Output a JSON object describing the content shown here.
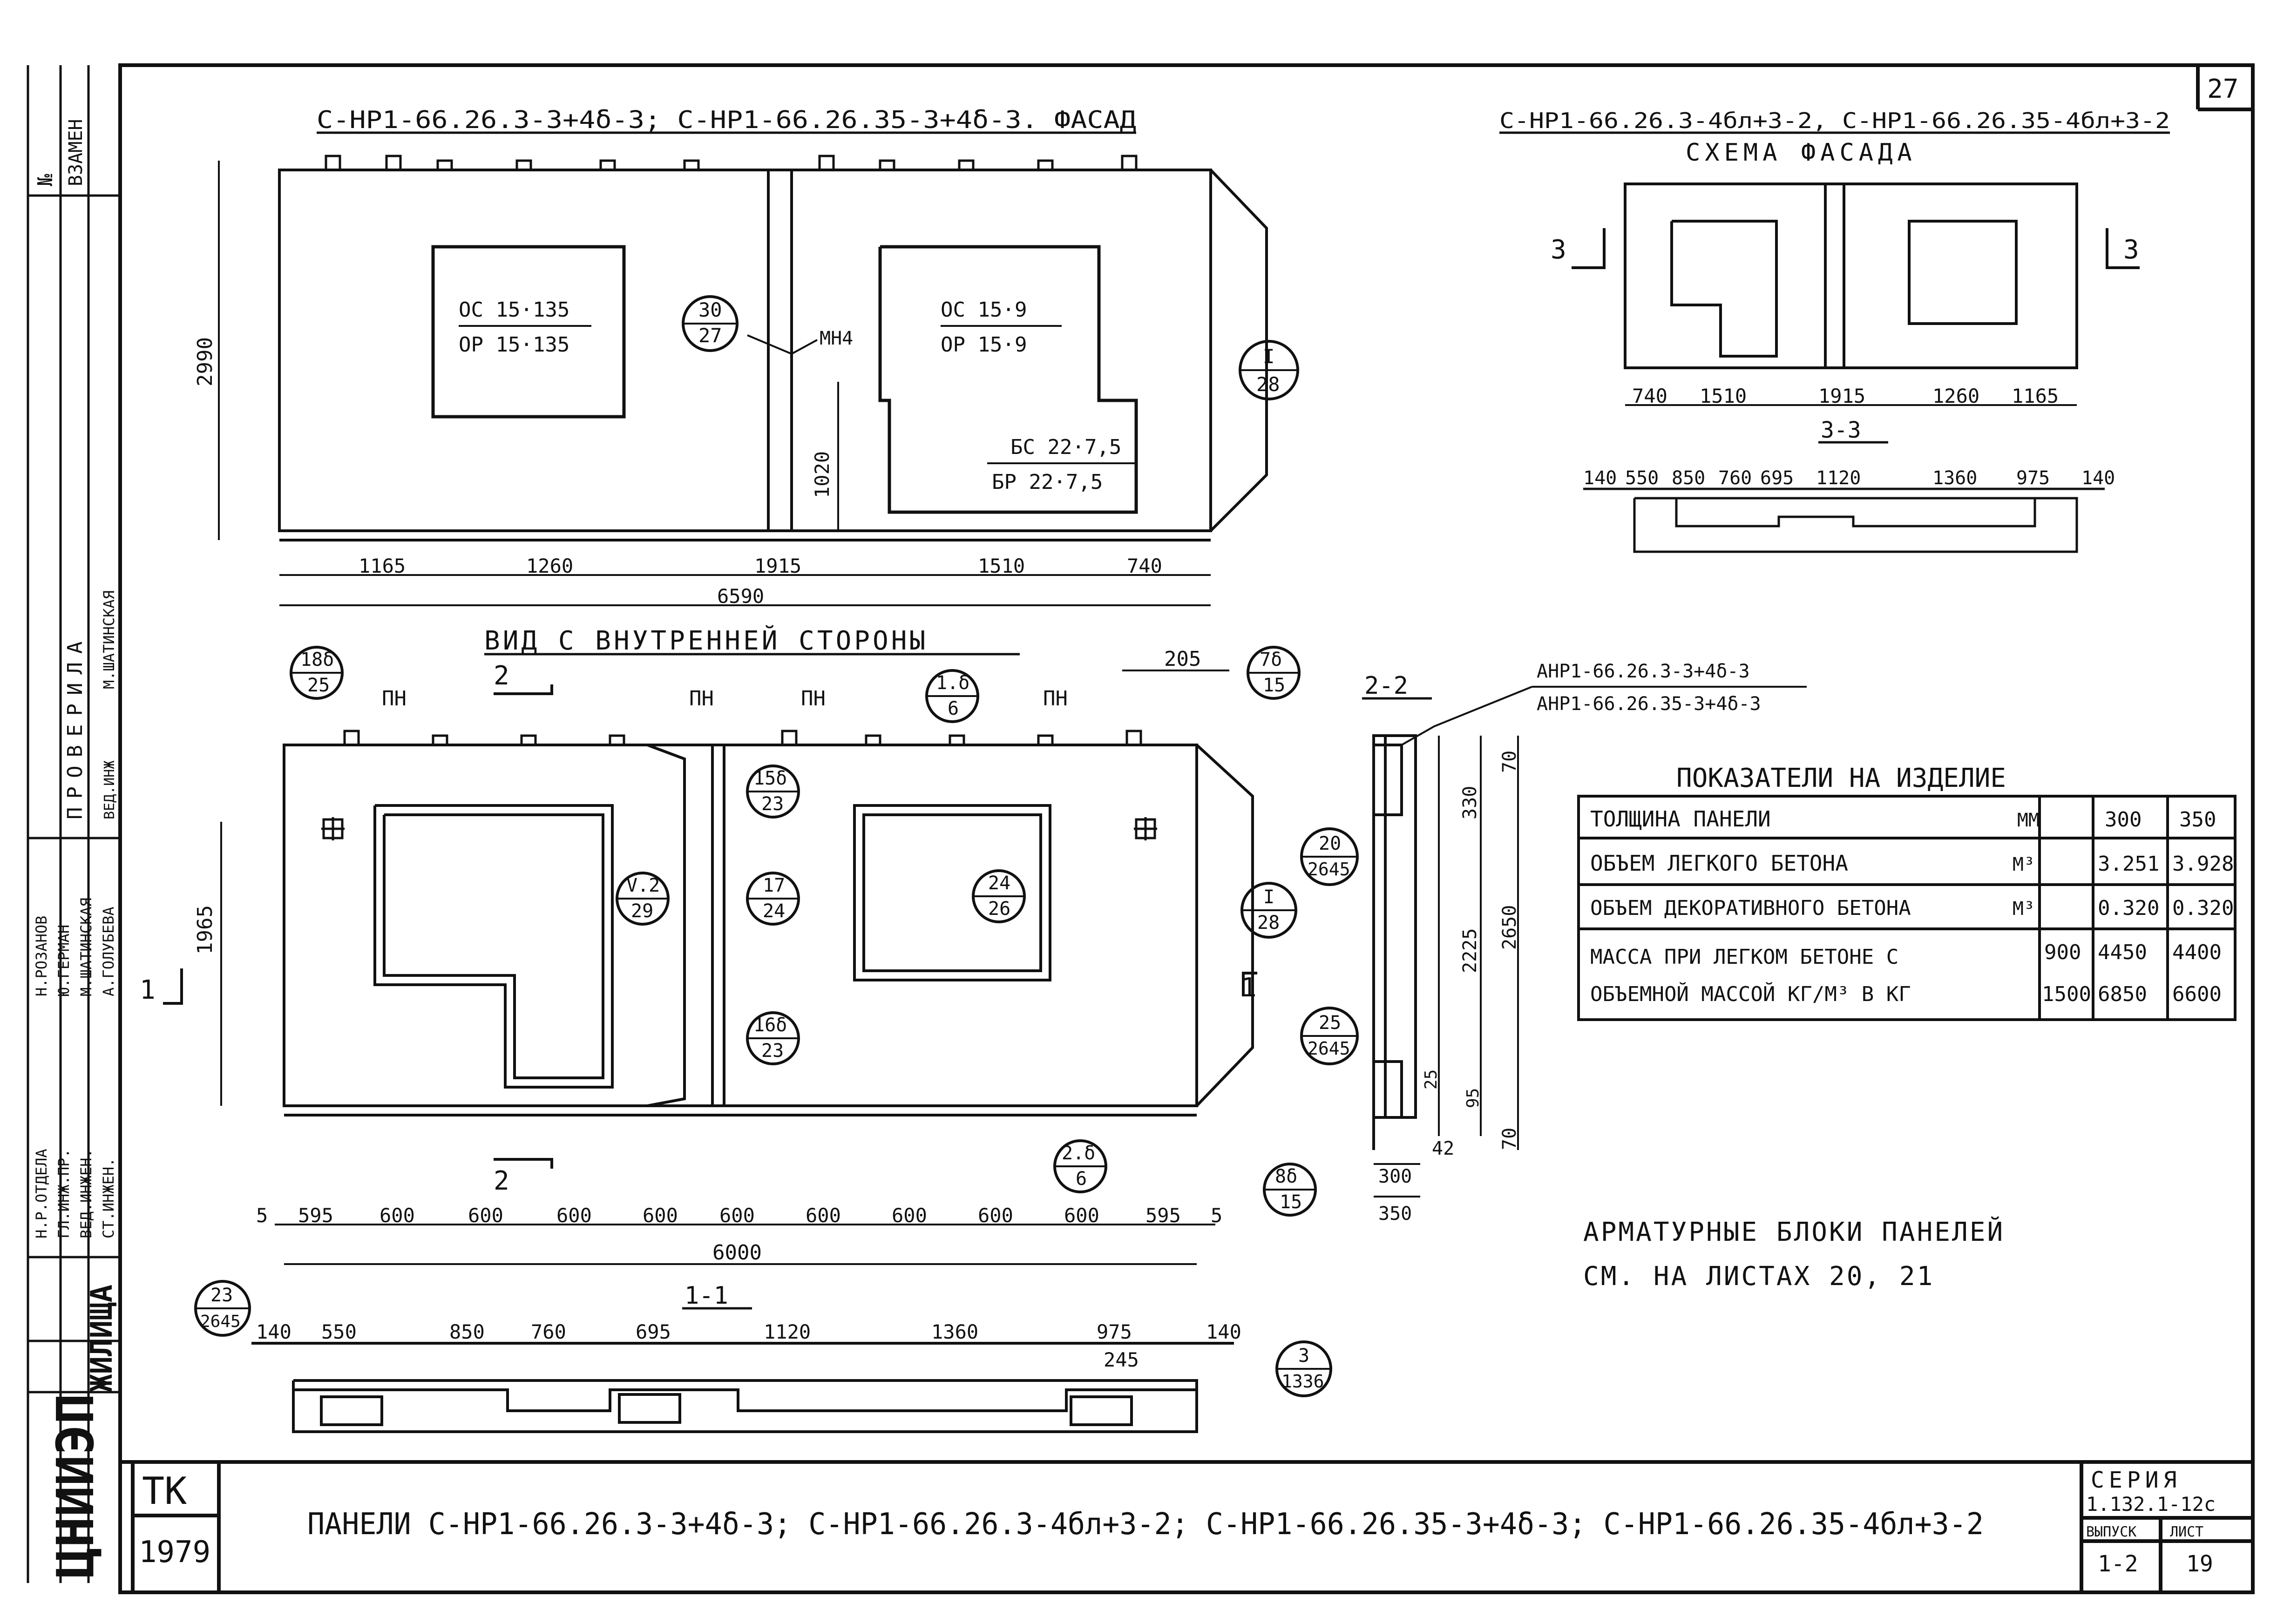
{
  "sheet_number": "27",
  "left_strip": {
    "no_label": "№",
    "vzamen": "ВЗАМЕН",
    "proverila": "ПРОВЕРИЛА",
    "checker": "М.ШАТИНСКАЯ",
    "ved_inzh_short": "ВЕД.ИНЖ",
    "roles": [
      "Н.Р.ОТДЕЛА",
      "ГЛ.ИНЖ.ПР.",
      "ВЕД.ИНЖЕН.",
      "СТ.ИНЖЕН."
    ],
    "names": [
      "Н.РОЗАНОВ",
      "Ю.ГЕРМАН",
      "М.ШАТИНСКАЯ",
      "А.ГОЛУБЕВА"
    ],
    "org_logo": "ЦНИИЭП",
    "org_suffix": "ЖИЛИЩА"
  },
  "view_top_left": {
    "title": "С-НР1-66.26.3-3+4δ-3; С-НР1-66.26.35-3+4δ-3. ФАСАД",
    "win1_top": "ОС 15·135",
    "win1_bottom": "ОР 15·135",
    "win2_top": "ОС 15·9",
    "win2_bottom": "ОР 15·9",
    "door_top": "БС 22·7,5",
    "door_bottom": "БР 22·7,5",
    "mark_mn4": "МН4",
    "callout_a_top": "30",
    "callout_a_bottom": "27",
    "callout_b_top": "I",
    "callout_b_bottom": "28",
    "dim_height": "2990",
    "dim_1020": "1020",
    "dims_bottom": [
      "1165",
      "1260",
      "1915",
      "1510",
      "740"
    ],
    "dim_total": "6590"
  },
  "view_top_right": {
    "title_1": "С-НР1-66.26.3-4бл+3-2, С-НР1-66.26.35-4бл+3-2",
    "title_2": "СХЕМА ФАСАДА",
    "cut_mark": "3",
    "dims": [
      "740",
      "1510",
      "1915",
      "1260",
      "1165"
    ],
    "section_label": "3-3",
    "section_dims": [
      "140",
      "550",
      "850",
      "760",
      "695",
      "1120",
      "1360",
      "975",
      "140"
    ]
  },
  "view_inner": {
    "title": "ВИД С ВНУТРЕННЕЙ СТОРОНЫ",
    "pn_label": "ПН",
    "cut_2": "2",
    "cut_1": "1",
    "dim_1965": "1965",
    "dim_205": "205",
    "callouts": [
      {
        "top": "18δ",
        "bottom": "25"
      },
      {
        "top": "1.δ",
        "bottom": "6"
      },
      {
        "top": "7δ",
        "bottom": "15"
      },
      {
        "top": "15δ",
        "bottom": "23"
      },
      {
        "top": "V.2",
        "bottom": "29"
      },
      {
        "top": "17",
        "bottom": "24"
      },
      {
        "top": "24",
        "bottom": "26"
      },
      {
        "top": "I",
        "bottom": "28"
      },
      {
        "top": "16δ",
        "bottom": "23"
      },
      {
        "top": "2.δ",
        "bottom": "6"
      },
      {
        "top": "8δ",
        "bottom": "15"
      }
    ],
    "dims_bottom": [
      "5",
      "595",
      "600",
      "600",
      "600",
      "600",
      "600",
      "600",
      "600",
      "600",
      "600",
      "595",
      "5"
    ],
    "dim_total": "6000"
  },
  "section_1_1": {
    "label": "1-1",
    "callout_left_top": "23",
    "callout_left_bottom": "2645",
    "callout_right_top": "3",
    "callout_right_bottom": "1336",
    "dims": [
      "140",
      "550",
      "850",
      "760",
      "695",
      "1120",
      "1360",
      "975",
      "140"
    ],
    "dim_245": "245"
  },
  "section_2_2": {
    "label": "2-2",
    "ref_1": "АНР1-66.26.3-3+4δ-3",
    "ref_2": "АНР1-66.26.35-3+4δ-3",
    "dims_v": [
      "70",
      "330",
      "2225",
      "2650",
      "25",
      "95",
      "70"
    ],
    "dims_h": [
      "42",
      "300",
      "350"
    ],
    "callout_a_top": "20",
    "callout_a_bottom": "2645",
    "callout_b_top": "25",
    "callout_b_bottom": "2645"
  },
  "indicators": {
    "title": "ПОКАЗАТЕЛИ НА ИЗДЕЛИЕ",
    "rows": [
      {
        "name": "ТОЛЩИНА ПАНЕЛИ",
        "unit": "ММ",
        "v1": "300",
        "v2": "350"
      },
      {
        "name": "ОБЪЕМ ЛЕГКОГО БЕТОНА",
        "unit": "М³",
        "v1": "3.251",
        "v2": "3.928"
      },
      {
        "name": "ОБЪЕМ ДЕКОРАТИВНОГО БЕТОНА",
        "unit": "М³",
        "v1": "0.320",
        "v2": "0.320"
      }
    ],
    "mass_line1": "МАССА ПРИ ЛЕГКОМ БЕТОНЕ С",
    "mass_line2": "ОБЪЕМНОЙ МАССОЙ КГ/М³ В КГ",
    "mass_rows": [
      {
        "density": "900",
        "v1": "4450",
        "v2": "4400"
      },
      {
        "density": "1500",
        "v1": "6850",
        "v2": "6600"
      }
    ]
  },
  "note": {
    "line1": "АРМАТУРНЫЕ БЛОКИ ПАНЕЛЕЙ",
    "line2": "СМ. НА ЛИСТАХ  20, 21"
  },
  "title_block": {
    "tk": "ТК",
    "year": "1979",
    "title": "ПАНЕЛИ  С-НР1-66.26.3-3+4δ-3; С-НР1-66.26.3-4бл+3-2; С-НР1-66.26.35-3+4δ-3; С-НР1-66.26.35-4бл+3-2",
    "seria_label": "СЕРИЯ",
    "seria_value": "1.132.1-12с",
    "vypusk_label": "ВЫПУСК",
    "list_label": "ЛИСТ",
    "vypusk_value": "1-2",
    "list_value": "19"
  }
}
